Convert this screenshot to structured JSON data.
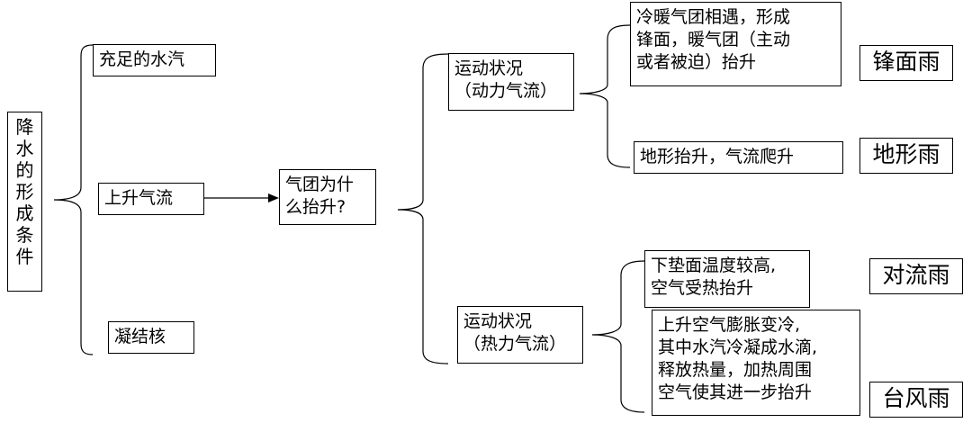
{
  "root": {
    "title": "降水的形成条件",
    "chars": [
      "降",
      "水",
      "的",
      "形",
      "成",
      "条",
      "件"
    ]
  },
  "conditions": [
    {
      "label": "充足的水汽"
    },
    {
      "label": "上升气流"
    },
    {
      "label": "凝结核"
    }
  ],
  "question": {
    "lines": [
      "气团为什",
      "么抬升?"
    ]
  },
  "motions": [
    {
      "lines": [
        "运动状况",
        "（动力气流）"
      ]
    },
    {
      "lines": [
        "运动状况",
        "（热力气流）"
      ]
    }
  ],
  "causes": {
    "front_lift": {
      "lines": [
        "冷暖气团相遇，形成",
        "锋面，暖气团（主动",
        "或者被迫）抬升"
      ]
    },
    "terrain_lift": {
      "lines": [
        "地形抬升，气流爬升"
      ]
    },
    "surface_heat": {
      "lines": [
        "下垫面温度较高,",
        "空气受热抬升"
      ]
    },
    "latent_heat": {
      "lines": [
        "上升空气膨胀变冷,",
        "其中水汽冷凝成水滴,",
        "释放热量，加热周围",
        "空气使其进一步抬升"
      ]
    }
  },
  "rain_types": {
    "frontal": "锋面雨",
    "orographic": "地形雨",
    "convective": "对流雨",
    "typhoon": "台风雨"
  }
}
